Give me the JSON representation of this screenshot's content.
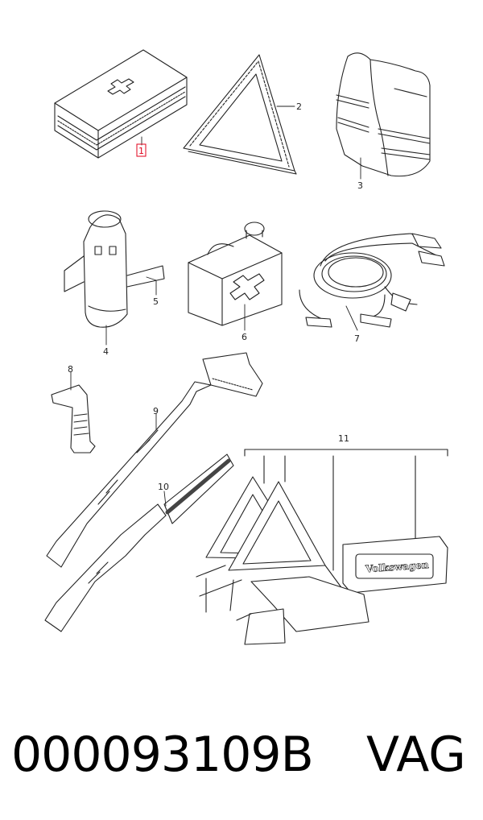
{
  "diagram": {
    "callouts": [
      {
        "id": "1",
        "label": "1",
        "highlighted": true
      },
      {
        "id": "2",
        "label": "2",
        "highlighted": false
      },
      {
        "id": "3",
        "label": "3",
        "highlighted": false
      },
      {
        "id": "4",
        "label": "4",
        "highlighted": false
      },
      {
        "id": "5",
        "label": "5",
        "highlighted": false
      },
      {
        "id": "6",
        "label": "6",
        "highlighted": false
      },
      {
        "id": "7",
        "label": "7",
        "highlighted": false
      },
      {
        "id": "8",
        "label": "8",
        "highlighted": false
      },
      {
        "id": "9",
        "label": "9",
        "highlighted": false
      },
      {
        "id": "10",
        "label": "10",
        "highlighted": false
      },
      {
        "id": "11",
        "label": "11",
        "highlighted": false
      }
    ],
    "case_label": "Volkswagen",
    "highlight_color": "#e0001b",
    "line_color": "#222222"
  },
  "footer": {
    "part_number": "000093109B",
    "brand": "VAG"
  }
}
